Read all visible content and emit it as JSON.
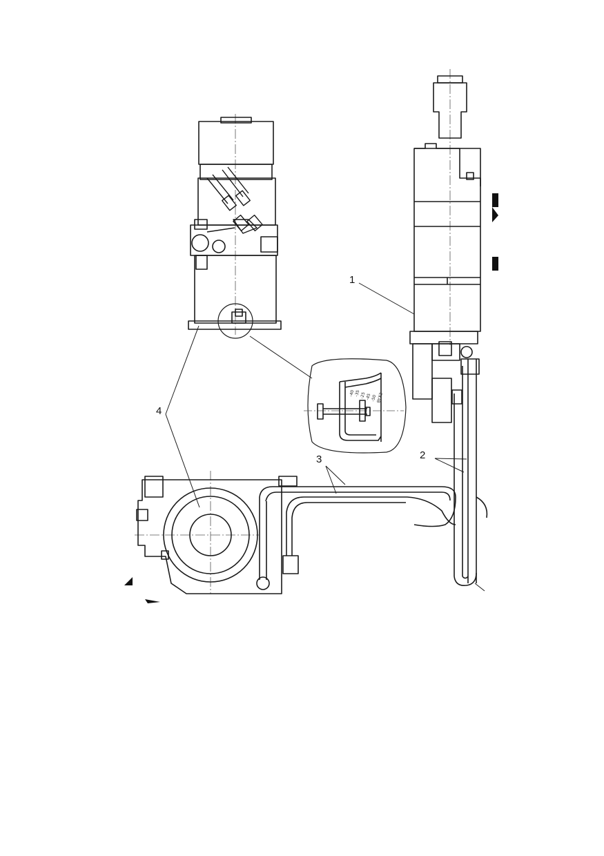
{
  "figure": {
    "callouts": [
      {
        "id": "1",
        "label": "1"
      },
      {
        "id": "2",
        "label": "2"
      },
      {
        "id": "3",
        "label": "3"
      },
      {
        "id": "4",
        "label": "4"
      }
    ],
    "gauge_scale_marks": [
      "-40",
      "-35",
      "-25",
      "-45",
      "-50",
      "BYX2"
    ]
  },
  "colors": {
    "ink": "#1a1a1a",
    "paper": "#ffffff",
    "centerline": "#555555"
  }
}
